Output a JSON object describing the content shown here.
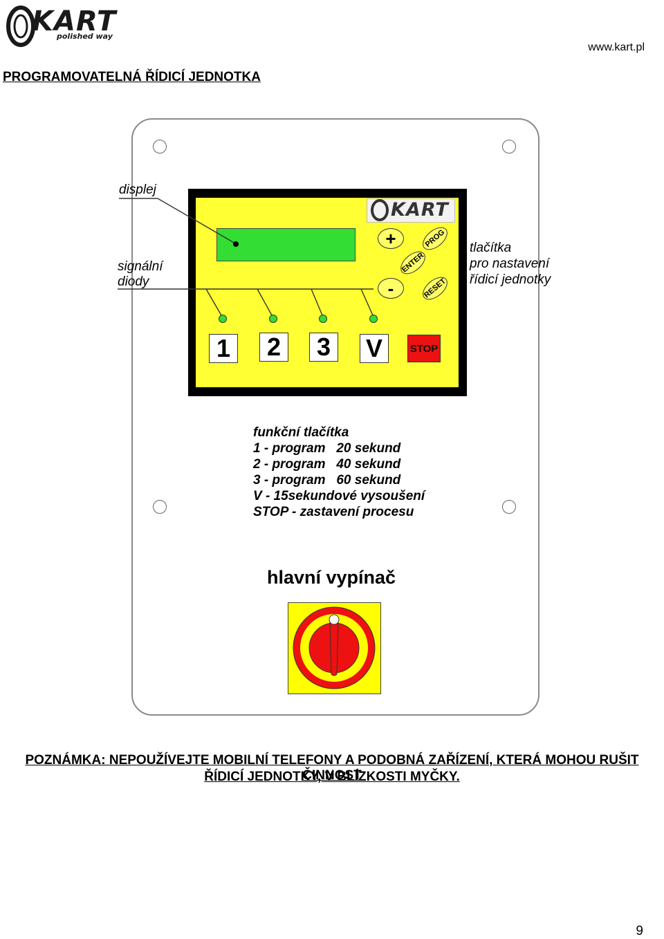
{
  "header": {
    "logo_text": "KART",
    "logo_tagline": "polished way",
    "website": "www.kart.pl",
    "title": "PROGRAMOVATELNÁ ŘÍDICÍ JEDNOTKA"
  },
  "diagram": {
    "labels": {
      "display": "displej",
      "signal_diodes_line1": "signální",
      "signal_diodes_line2": "diody",
      "settings_line1": "tlačítka",
      "settings_line2": "pro nastavení",
      "settings_line3": "řídicí jednotky"
    },
    "controller": {
      "logo_text": "KART",
      "plus": "+",
      "minus": "-",
      "enter": "ENTER",
      "prog": "PROG",
      "reset": "RESET",
      "keys": [
        "1",
        "2",
        "3",
        "V"
      ],
      "stop": "STOP"
    },
    "legend": {
      "heading": "funkční tlačítka",
      "lines": [
        "1 - program   20 sekund",
        "2 - program   40 sekund",
        "3 - program   60 sekund",
        "V - 15sekundové vysoušení",
        "STOP - zastavení procesu"
      ]
    },
    "main_switch_label": "hlavní vypínač"
  },
  "note": {
    "line1": "POZNÁMKA: NEPOUŽÍVEJTE MOBILNÍ TELEFONY A PODOBNÁ ZAŘÍZENÍ, KTERÁ MOHOU RUŠIT ČINNOST",
    "line2": "ŘÍDICÍ JEDNOTKY, V BLÍZKOSTI MYČKY."
  },
  "page_number": "9",
  "colors": {
    "panel_yellow": "#ffff33",
    "display_green": "#33dd33",
    "stop_red": "#ee1111",
    "switch_red": "#ee1111"
  }
}
